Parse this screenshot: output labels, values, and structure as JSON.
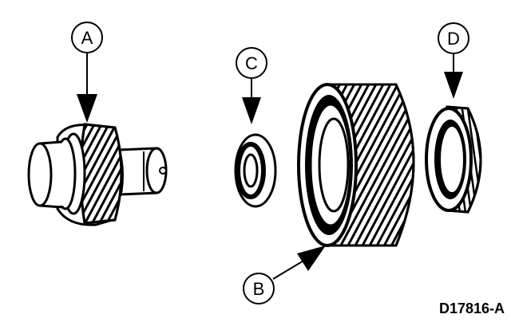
{
  "figure": {
    "id": "D17816-A",
    "callouts": [
      "A",
      "B",
      "C",
      "D"
    ]
  },
  "colors": {
    "line": "#000000",
    "background": "#ffffff"
  }
}
